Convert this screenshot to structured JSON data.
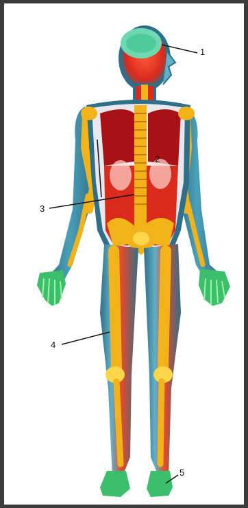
{
  "image": {
    "subject": "full-body-scan",
    "colors": {
      "background": "#ffffff",
      "frame": "#3b3b3b",
      "skin_outer": "#2f6f8a",
      "skin_inner": "#5fb0c8",
      "soft_tissue": "#d92a1c",
      "organ_dark": "#a81216",
      "bone": "#f2b21a",
      "bone_light": "#ffd64a",
      "extremity": "#3bbf6b",
      "brain": "#6ed9b0"
    }
  },
  "callouts": [
    {
      "label": "1"
    },
    {
      "label": "2"
    },
    {
      "label": "3"
    },
    {
      "label": "4"
    },
    {
      "label": "5"
    }
  ]
}
